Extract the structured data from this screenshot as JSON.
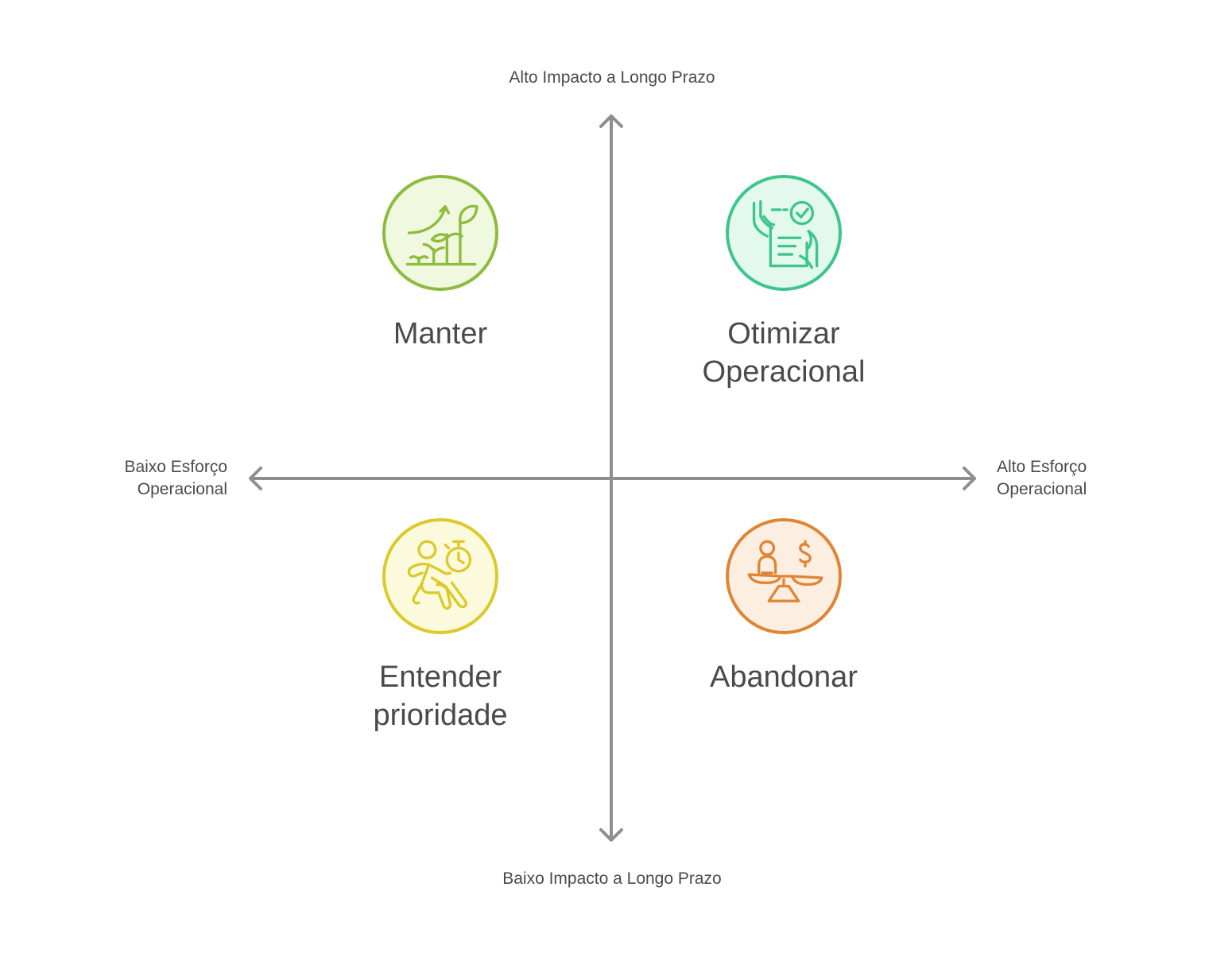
{
  "axes": {
    "top": "Alto Impacto a Longo Prazo",
    "bottom": "Baixo Impacto a Longo Prazo",
    "left": "Baixo Esforço\nOperacional",
    "right": "Alto Esforço\nOperacional"
  },
  "quadrants": {
    "top_left": {
      "label": "Manter",
      "icon": "growing-plant-icon",
      "color": "#8dbb3c",
      "fill": "#f0f8df"
    },
    "top_right": {
      "label": "Otimizar\nOperacional",
      "icon": "checklist-hands-icon",
      "color": "#3cc68a",
      "fill": "#e3f9ee"
    },
    "bottom_left": {
      "label": "Entender\nprioridade",
      "icon": "running-stopwatch-icon",
      "color": "#dcc92a",
      "fill": "#fcfadc"
    },
    "bottom_right": {
      "label": "Abandonar",
      "icon": "balance-scale-icon",
      "color": "#df8534",
      "fill": "#fdeee2"
    }
  },
  "colors": {
    "axis": "#8e8e8e",
    "text": "#4a4a4a"
  }
}
